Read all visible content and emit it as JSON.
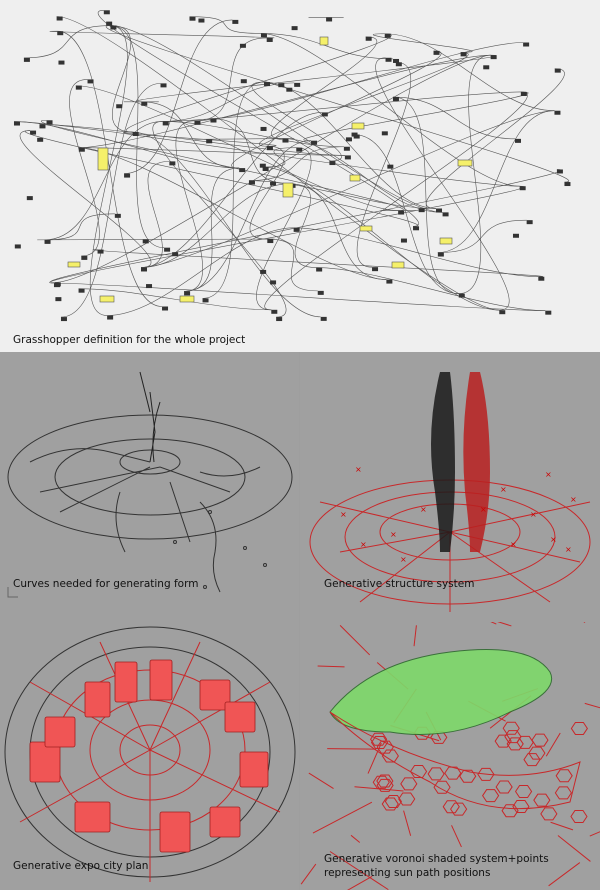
{
  "panels": {
    "grasshopper": {
      "caption": "Grasshopper definition for the whole project"
    },
    "curves": {
      "caption": "Curves needed for generating form"
    },
    "structure": {
      "caption": "Generative structure system"
    },
    "city_plan": {
      "caption": "Generative expo city plan"
    },
    "voronoi": {
      "caption_line1": "Generative voronoi shaded system+points",
      "caption_line2": "representing sun path positions"
    }
  },
  "colors": {
    "gh_bg": "#efefef",
    "viewport_bg": "#a0a0a0",
    "red": "#d01a1a",
    "green": "#7ed96a",
    "yellow": "#f5f06a"
  }
}
